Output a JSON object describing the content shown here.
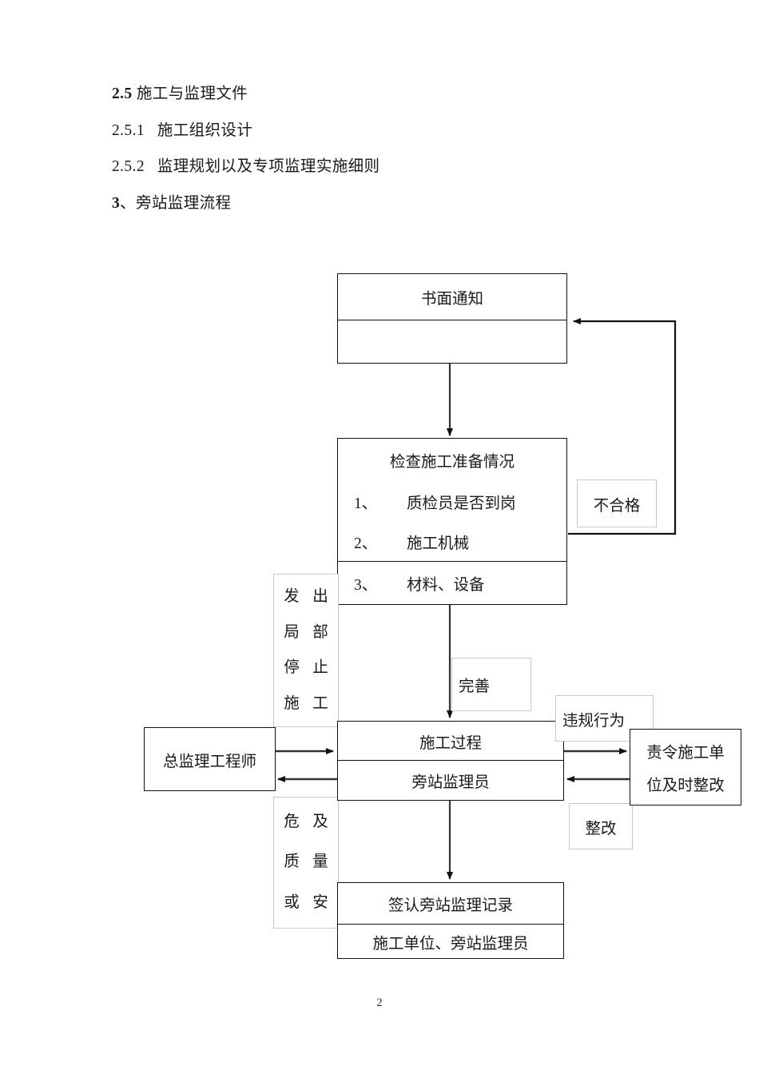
{
  "document": {
    "page_number": "2",
    "paragraphs": [
      {
        "number": "2.5",
        "bold": true,
        "text": " 施工与监理文件"
      },
      {
        "number": "2.5.1",
        "bold": false,
        "text": "   施工组织设计"
      },
      {
        "number": "2.5.2",
        "bold": false,
        "text": "   监理规划以及专项监理实施细则"
      },
      {
        "number": "3",
        "bold": true,
        "text": "、旁站监理流程"
      }
    ]
  },
  "flowchart": {
    "notice_box": {
      "title": "书面通知",
      "second_row": ""
    },
    "check_box": {
      "title": "检查施工准备情况",
      "items": [
        {
          "index": "1、",
          "text": "质检员是否到岗"
        },
        {
          "index": "2、",
          "text": "施工机械"
        },
        {
          "index": "3、",
          "text": "材料、设备"
        }
      ]
    },
    "reject_label": "不合格",
    "improve_label": "完善",
    "violation_label": "违规行为",
    "rectify_label": "整改",
    "stop_work_label": {
      "chars": [
        "发",
        "出",
        "局",
        "部",
        "停",
        "止",
        "施",
        "工"
      ]
    },
    "danger_label": {
      "chars": [
        "危",
        "及",
        "质",
        "量",
        "或",
        "安"
      ]
    },
    "chief_engineer_box": "总监理工程师",
    "process_box": {
      "row1": "施工过程",
      "row2": "旁站监理员"
    },
    "order_box": {
      "line1": "责令施工单",
      "line2": "位及时整改"
    },
    "record_box": {
      "row1": "签认旁站监理记录",
      "row2": "施工单位、旁站监理员"
    }
  },
  "colors": {
    "ink": "#111111",
    "light_border": "#c8c8c8",
    "page_background": "#ffffff"
  }
}
